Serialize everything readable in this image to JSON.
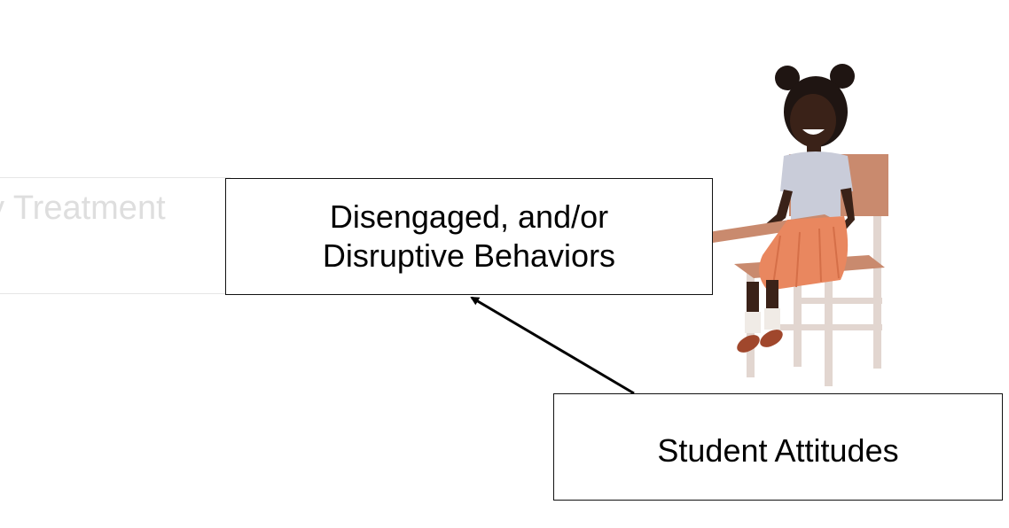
{
  "diagram": {
    "faded_label": "y Treatment",
    "nodes": {
      "behaviors": {
        "line1": "Disengaged, and/or",
        "line2": "Disruptive Behaviors"
      },
      "attitudes": {
        "label": "Student Attitudes"
      }
    },
    "edges": [
      {
        "from": "attitudes",
        "to": "behaviors"
      }
    ],
    "illustration": "student-sitting-at-desk-illustration"
  },
  "colors": {
    "box_border": "#111111",
    "arrow": "#000000",
    "faded_text": "#dedede",
    "skirt": "#e9875f",
    "shirt": "#c9ccd9",
    "chair": "#c98a6e",
    "chair_legs": "#e2d6d0",
    "skin": "#3a2218",
    "hair": "#1f1512"
  }
}
